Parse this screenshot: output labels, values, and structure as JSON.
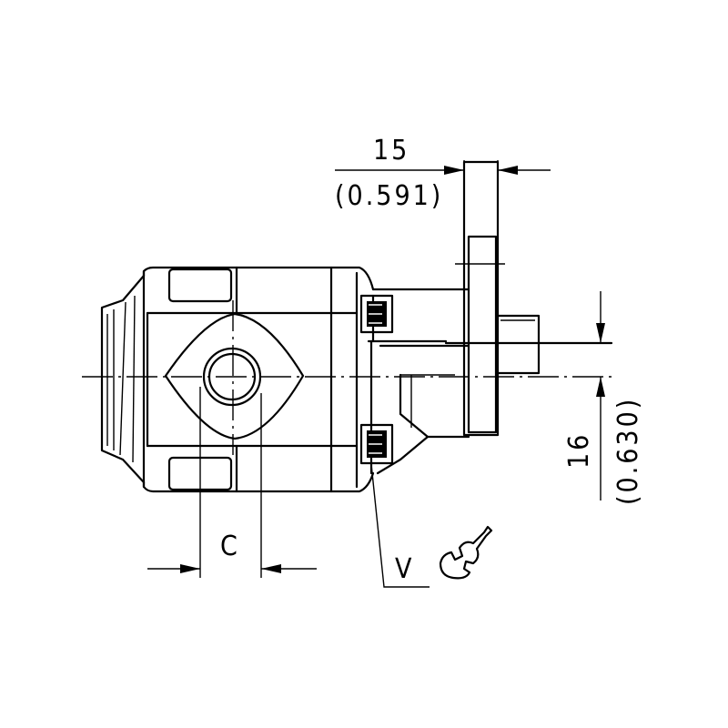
{
  "dimensions": {
    "top_metric": "15",
    "top_imperial": "(0.591)",
    "right_metric": "16",
    "right_imperial": "(0.630)",
    "port_label": "C",
    "seal_label": "V"
  },
  "icons": {
    "wrench": "wrench-icon"
  }
}
